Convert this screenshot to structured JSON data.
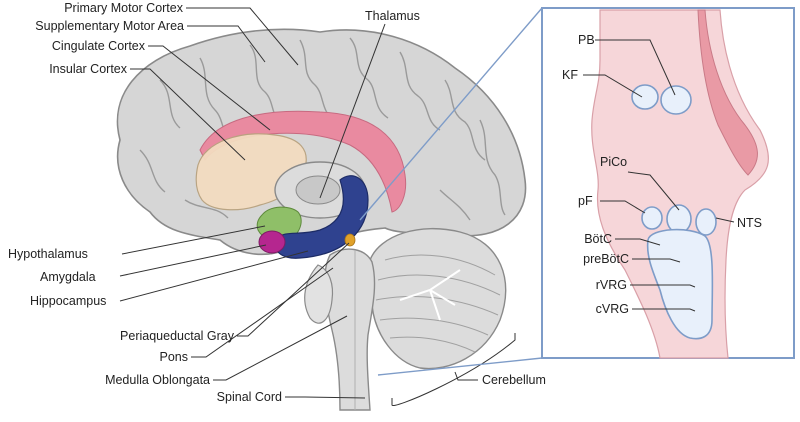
{
  "brain_labels": {
    "primary_motor_cortex": "Primary Motor Cortex",
    "supplementary_motor_area": "Supplementary Motor Area",
    "cingulate_cortex": "Cingulate Cortex",
    "insular_cortex": "Insular Cortex",
    "thalamus": "Thalamus",
    "hypothalamus": "Hypothalamus",
    "amygdala": "Amygdala",
    "hippocampus": "Hippocampus",
    "periaqueductal_gray": "Periaqueductal Gray",
    "pons": "Pons",
    "medulla_oblongata": "Medulla Oblongata",
    "spinal_cord": "Spinal Cord",
    "cerebellum": "Cerebellum"
  },
  "inset_labels": {
    "pb": "PB",
    "kf": "KF",
    "pico": "PiCo",
    "pf": "pF",
    "nts": "NTS",
    "botc": "BötC",
    "prebotc": "preBötC",
    "rvrg": "rVRG",
    "cvrg": "cVRG"
  },
  "colors": {
    "cortex": "#d4d4d4",
    "cortex_outline": "#8a8a8a",
    "cingulate": "#e07f94",
    "insula": "#f3ddc0",
    "hypothalamus": "#8fbf68",
    "amygdala": "#b5268f",
    "hippocampus": "#2d3f8c",
    "periaqueductal": "#e0a12a",
    "inset_border": "#7e9cc8",
    "inset_fill": "#f6d6d9",
    "nuclei_fill": "#e8f0fb"
  }
}
